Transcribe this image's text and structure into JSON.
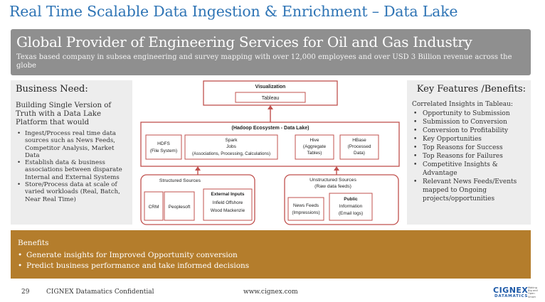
{
  "slide": {
    "title": "Real Time Scalable Data Ingestion & Enrichment – Data Lake"
  },
  "header": {
    "company": "Global Provider of Engineering Services for Oil and Gas Industry",
    "description": "Texas based company in subsea engineering and survey mapping with over 12,000 employees and over USD 3 Billion revenue across the globe"
  },
  "business_need": {
    "heading": "Business Need:",
    "text": "Building Single Version of Truth with a Data Lake Platform that would",
    "bullets": [
      "Ingest/Process real time data sources such as News Feeds, Competitor Analysis, Market Data",
      "Establish data & business associations between disparate Internal and External Systems",
      "Store/Process data at scale of varied workloads (Real, Batch, Near Real Time)"
    ]
  },
  "key_features": {
    "heading": "Key Features /Benefits:",
    "intro": "Correlated Insights in Tableau:",
    "bullets": [
      "Opportunity to Submission",
      "Submission to Conversion",
      "Conversion to Profitability",
      "Key Opportunities",
      "Top Reasons for Success",
      "Top Reasons for Failures",
      "Competitive Insights & Advantage",
      "Relevant News Feeds/Events mapped to Ongoing projects/opportunities"
    ]
  },
  "diagram": {
    "visualization_title": "Visualization",
    "tableau": "Tableau",
    "hadoop_title": "(Hadoop Ecosystem - Data Lake)",
    "hdfs_line1": "HDFS",
    "hdfs_line2": "(File System)",
    "spark_line1": "Spark",
    "spark_line2": "Jobs",
    "spark_line3": "(Associations, Processing, Calculations)",
    "hive_line1": "Hive",
    "hive_line2": "(Aggregate",
    "hive_line3": "Tables)",
    "hbase_line1": "HBase",
    "hbase_line2": "(Processed",
    "hbase_line3": "Data)",
    "structured_title": "Structured Sources",
    "crm": "CRM",
    "peoplesoft": "Peoplesoft",
    "external_title": "External Inputs",
    "infield": "Infield Offshore",
    "wood": "Wood Mackenzie",
    "unstructured_line1": "Unstructured Sources",
    "unstructured_line2": "(Raw data feeds)",
    "news_line1": "News Feeds",
    "news_line2": "(Impressions)",
    "public_line1": "Public",
    "public_line2": "Information",
    "public_line3": "(Email logs)",
    "accent_color": "#c0504d"
  },
  "benefits": {
    "title": "Benefits",
    "bullets": [
      "Generate insights for Improved Opportunity conversion",
      "Predict business performance and take informed decisions"
    ]
  },
  "footer": {
    "page_number": "29",
    "confidential": "CIGNEX Datamatics Confidential",
    "url": "www.cignex.com",
    "logo_main": "CIGNEX",
    "logo_sub": "DATAMATICS",
    "logo_tagline": [
      "Making",
      "Big and",
      "Open",
      "Smart"
    ]
  },
  "colors": {
    "title_blue": "#2e74b5",
    "header_gray": "#8f8f8f",
    "panel_gray": "#ededed",
    "benefits_brown": "#b47d2c",
    "diagram_red": "#c0504d"
  }
}
